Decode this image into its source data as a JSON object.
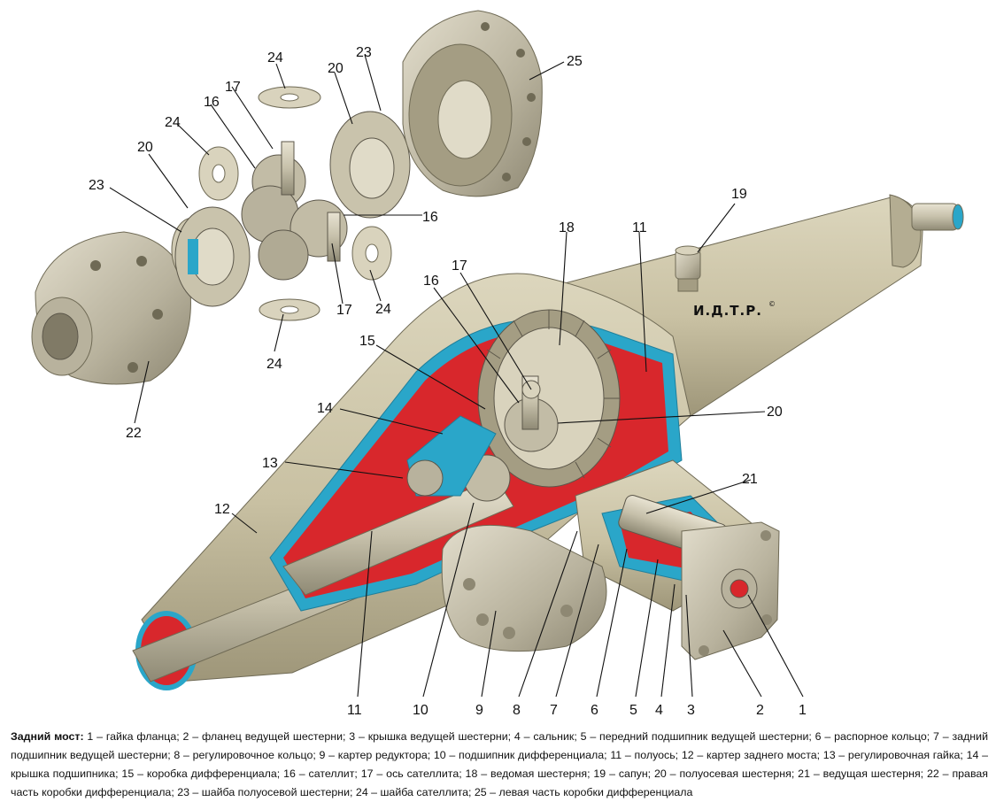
{
  "diagram": {
    "trademark": "И.Д.Т.Р.",
    "trademark_symbol": "©",
    "callouts": [
      {
        "id": "c1",
        "text": "1"
      },
      {
        "id": "c2",
        "text": "2"
      },
      {
        "id": "c3",
        "text": "3"
      },
      {
        "id": "c4",
        "text": "4"
      },
      {
        "id": "c5",
        "text": "5"
      },
      {
        "id": "c6",
        "text": "6"
      },
      {
        "id": "c7",
        "text": "7"
      },
      {
        "id": "c8",
        "text": "8"
      },
      {
        "id": "c9",
        "text": "9"
      },
      {
        "id": "c10",
        "text": "10"
      },
      {
        "id": "c11a",
        "text": "11"
      },
      {
        "id": "c11b",
        "text": "11"
      },
      {
        "id": "c12",
        "text": "12"
      },
      {
        "id": "c13",
        "text": "13"
      },
      {
        "id": "c14",
        "text": "14"
      },
      {
        "id": "c15",
        "text": "15"
      },
      {
        "id": "c16a",
        "text": "16"
      },
      {
        "id": "c16b",
        "text": "16"
      },
      {
        "id": "c16c",
        "text": "16"
      },
      {
        "id": "c17a",
        "text": "17"
      },
      {
        "id": "c17b",
        "text": "17"
      },
      {
        "id": "c17c",
        "text": "17"
      },
      {
        "id": "c18",
        "text": "18"
      },
      {
        "id": "c19",
        "text": "19"
      },
      {
        "id": "c20a",
        "text": "20"
      },
      {
        "id": "c20b",
        "text": "20"
      },
      {
        "id": "c20c",
        "text": "20"
      },
      {
        "id": "c21",
        "text": "21"
      },
      {
        "id": "c22",
        "text": "22"
      },
      {
        "id": "c23a",
        "text": "23"
      },
      {
        "id": "c23b",
        "text": "23"
      },
      {
        "id": "c24a",
        "text": "24"
      },
      {
        "id": "c24b",
        "text": "24"
      },
      {
        "id": "c24c",
        "text": "24"
      },
      {
        "id": "c24d",
        "text": "24"
      },
      {
        "id": "c25",
        "text": "25"
      }
    ]
  },
  "caption": {
    "title": "Задний мост:",
    "body": "1 – гайка фланца; 2 – фланец ведущей шестерни; 3 – крышка ведущей шестерни; 4 – сальник; 5 – передний подшипник ведущей шестерни; 6 – распорное кольцо; 7 – задний подшипник ведущей шестерни; 8 – регулировочное кольцо; 9 – картер редуктора; 10 – подшипник дифференциала; 11 – полуось; 12 – картер заднего моста; 13 – регулировочная гайка; 14 – крышка подшипника; 15 – коробка дифференциала; 16 – сателлит; 17 – ось сателлита; 18 – ведомая шестерня; 19 – сапун; 20 – полуосевая шестерня; 21 – ведущая шестерня; 22 – правая часть коробки дифференциала; 23 – шайба полуосевой шестерни; 24 – шайба сателлита; 25 – левая часть коробки дифференциала"
  },
  "colors": {
    "housing": "#cfc8ac",
    "housing_shadow": "#a79f80",
    "cutaway_outline": "#2aa6c9",
    "cutaway_inner": "#d8272c",
    "metal": "#bdb8a6",
    "ink": "#111111"
  }
}
